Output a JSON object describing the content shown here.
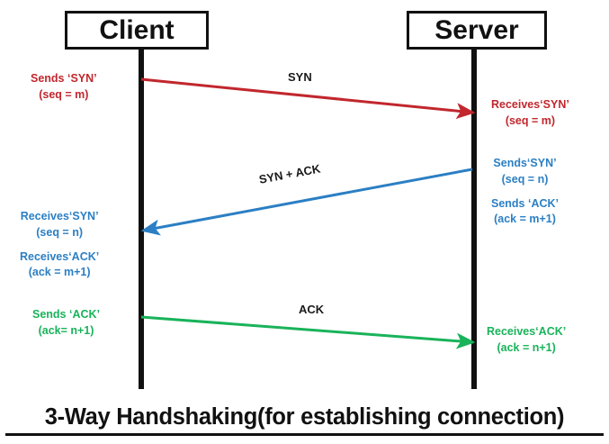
{
  "diagram": {
    "title": "3-Way Handshaking(for establishing connection)",
    "type": "sequence-diagram",
    "colors": {
      "red": "#c1272d",
      "blue": "#2b7fc4",
      "green": "#19b35a",
      "black": "#111111",
      "background": "#ffffff"
    },
    "nodes": {
      "client": "Client",
      "server": "Server"
    },
    "messages": [
      {
        "label": "SYN",
        "from": "client",
        "to": "server",
        "color": "red"
      },
      {
        "label": "SYN + ACK",
        "from": "server",
        "to": "client",
        "color": "blue"
      },
      {
        "label": "ACK",
        "from": "client",
        "to": "server",
        "color": "green"
      }
    ],
    "annotations": {
      "client_sends_syn": {
        "line1": "Sends ‘SYN’",
        "line2": "(seq = m)"
      },
      "server_receives_syn": {
        "line1": "Receives‘SYN’",
        "line2": "(seq = m)"
      },
      "server_sends_synack": {
        "line1": "Sends‘SYN’",
        "line2": "(seq = n)",
        "line3": "Sends ‘ACK’",
        "line4": "(ack = m+1)"
      },
      "client_receives_synack": {
        "line1": "Receives‘SYN’",
        "line2": "(seq = n)",
        "line3": "Receives‘ACK’",
        "line4": "(ack = m+1)"
      },
      "client_sends_ack": {
        "line1": "Sends ‘ACK’",
        "line2": "(ack= n+1)"
      },
      "server_receives_ack": {
        "line1": "Receives‘ACK’",
        "line2": "(ack = n+1)"
      }
    }
  }
}
